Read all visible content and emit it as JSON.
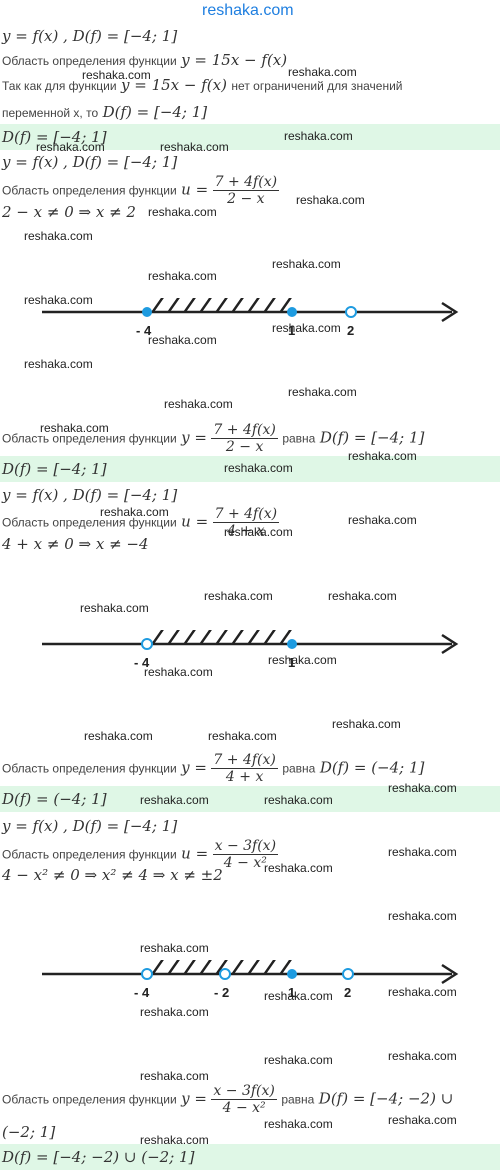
{
  "site": {
    "watermark": "reshaka.com"
  },
  "b1": {
    "given": "y = f(x) , D(f) = [−4; 1]",
    "domain_label": "Область определения функции",
    "func": "y = 15x − f(x)",
    "because_prefix": "Так как для функции",
    "because_func": "y = 15x − f(x)",
    "because_suffix": "нет ограничений для значений",
    "var_line_prefix": "переменной x, то",
    "var_line_math": "D(f) = [−4; 1]",
    "answer": "D(f) = [−4; 1]"
  },
  "b2": {
    "given": "y = f(x) , D(f) = [−4; 1]",
    "domain_label": "Область определения функции",
    "lhs": "u =",
    "num": "7 + 4f(x)",
    "den": "2 − x",
    "condition": "2 − x ≠ 0  ⇒  x ≠ 2",
    "axis": {
      "labels": [
        "- 4",
        "1",
        "2"
      ]
    },
    "conclusion_label": "Область определения функции",
    "conclusion_lhs": "y =",
    "conclusion_word": "равна",
    "conclusion_math": "D(f) = [−4; 1]",
    "answer": "D(f) = [−4; 1]"
  },
  "b3": {
    "given": "y = f(x) , D(f) = [−4; 1]",
    "domain_label": "Область определения функции",
    "lhs": "u =",
    "num": "7 + 4f(x)",
    "den": "4 + x",
    "condition": "4 + x ≠ 0  ⇒  x ≠ −4",
    "axis": {
      "labels": [
        "- 4",
        "1"
      ]
    },
    "conclusion_label": "Область определения функции",
    "conclusion_lhs": "y =",
    "conclusion_word": "равна",
    "conclusion_math": "D(f) = (−4; 1]",
    "answer": "D(f) = (−4; 1]"
  },
  "b4": {
    "given": "y = f(x) , D(f) = [−4; 1]",
    "domain_label": "Область определения функции",
    "lhs": "u =",
    "num": "x − 3f(x)",
    "den": "4 − x²",
    "condition": "4 − x² ≠ 0  ⇒  x² ≠ 4  ⇒ x ≠ ±2",
    "axis": {
      "labels": [
        "- 4",
        "- 2",
        "1",
        "2"
      ]
    },
    "conclusion_label": "Область определения функции",
    "conclusion_lhs": "y =",
    "conclusion_word": "равна",
    "conclusion_math": "D(f) = [−4; −2) ∪",
    "conclusion_cont": "(−2; 1]",
    "answer": "D(f) = [−4; −2) ∪ (−2; 1]"
  },
  "colors": {
    "accent": "#1e9be0",
    "band": "#dff7e6",
    "watermark_top": "#1f7fe0"
  }
}
